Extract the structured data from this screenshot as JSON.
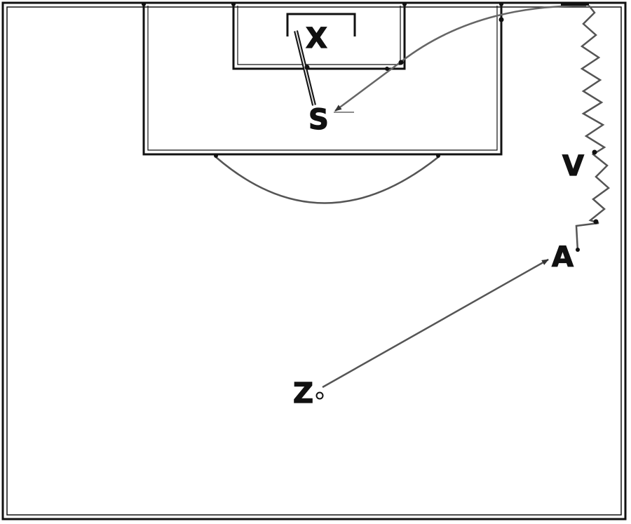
{
  "labels": {
    "x": "X",
    "s": "S",
    "v": "V",
    "a": "A",
    "z": "Z"
  },
  "colors": {
    "line": "#111111",
    "path": "#777777",
    "background": "#ffffff"
  }
}
